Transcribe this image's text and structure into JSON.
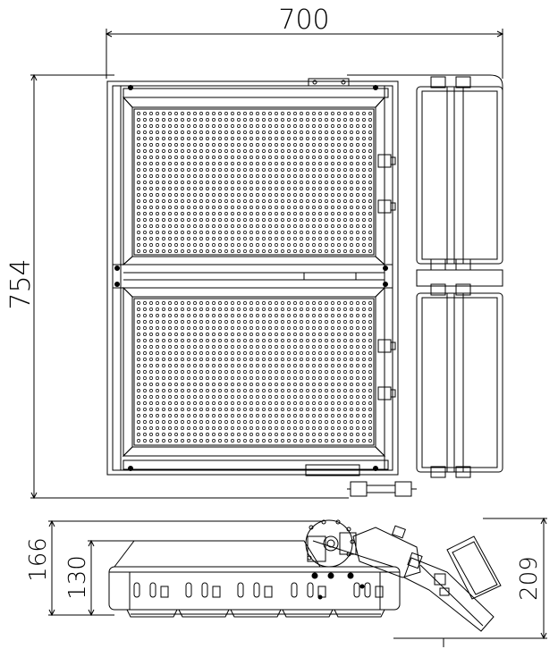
{
  "dimensions": {
    "top_width": "700",
    "left_height": "754",
    "side_total_height": "166",
    "side_body_height": "130",
    "side_right_height": "209"
  },
  "colors": {
    "line": "#000000",
    "background": "#ffffff"
  },
  "views": [
    "front-view",
    "side-view"
  ]
}
